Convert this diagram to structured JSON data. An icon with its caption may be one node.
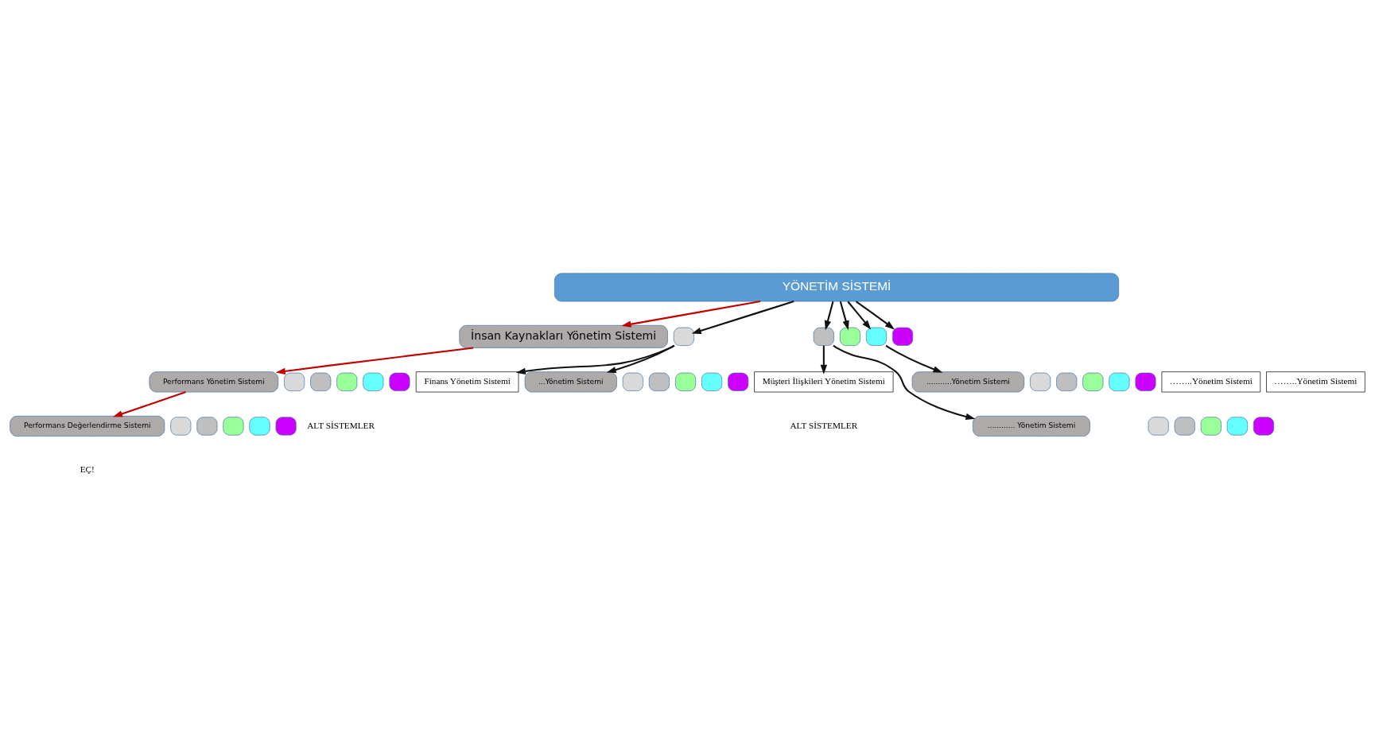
{
  "diagram": {
    "nodes": [
      {
        "text": [
          "YÖNETİM SİSTEMİ"
        ]
      },
      {
        "text": [
          "İnsan Kaynakları Yönetim Sistemi"
        ]
      },
      {
        "text": [],
        "shape": "box"
      },
      {
        "text": [],
        "shape": "box"
      },
      {
        "text": [],
        "shape": "box"
      },
      {
        "text": [],
        "shape": "box"
      },
      {
        "text": [],
        "shape": "box"
      },
      {
        "text": [
          "……..Yönetim Sistemi"
        ]
      },
      {
        "text": [
          "……..Yönetim Sistemi"
        ]
      },
      {
        "text": [
          "Müşteri İlişkileri Yönetim Sistemi"
        ]
      },
      {
        "text": [
          "Finans Yönetim Sistemi"
        ]
      },
      {
        "text": [
          "............ Yönetim Sistemi"
        ]
      },
      {
        "text": [],
        "shape": "box"
      },
      {
        "text": [],
        "shape": "box"
      },
      {
        "text": [],
        "shape": "box"
      },
      {
        "text": [],
        "shape": "box"
      },
      {
        "text": [],
        "shape": "box"
      },
      {
        "text": [
          "Performans Yönetim Sistemi"
        ]
      },
      {
        "text": [],
        "shape": "box"
      },
      {
        "text": [],
        "shape": "box"
      },
      {
        "text": [],
        "shape": "box"
      },
      {
        "text": [],
        "shape": "box"
      },
      {
        "text": [],
        "shape": "box"
      },
      {
        "text": [
          "...Yönetim Sistemi"
        ]
      },
      {
        "text": [],
        "shape": "box"
      },
      {
        "text": [],
        "shape": "box"
      },
      {
        "text": [],
        "shape": "box"
      },
      {
        "text": [],
        "shape": "box"
      },
      {
        "text": [],
        "shape": "box"
      },
      {
        "text": [
          "...........Yönetim Sistemi"
        ]
      },
      {
        "text": [],
        "shape": "box"
      },
      {
        "text": [],
        "shape": "box"
      },
      {
        "text": [],
        "shape": "box"
      },
      {
        "text": [],
        "shape": "box"
      },
      {
        "text": [],
        "shape": "box"
      },
      {
        "text": [
          "Performans Değerlendirme Sistemi"
        ]
      },
      {
        "text": [],
        "shape": "box"
      },
      {
        "text": [],
        "shape": "box"
      },
      {
        "text": [],
        "shape": "box"
      },
      {
        "text": [],
        "shape": "box"
      },
      {
        "text": [],
        "shape": "box"
      }
    ],
    "edges": [
      {
        "from": 0,
        "to": 1,
        "arrow": "to",
        "color": "#c00000"
      },
      {
        "from": 0,
        "to": 2,
        "arrow": "to"
      },
      {
        "from": 0,
        "to": 3,
        "arrow": "to"
      },
      {
        "from": 0,
        "to": 4,
        "arrow": "to"
      },
      {
        "from": 0,
        "to": 5,
        "arrow": "to"
      },
      {
        "from": 0,
        "to": 6,
        "arrow": "to"
      },
      {
        "from": 2,
        "to": 10,
        "arrow": "to"
      },
      {
        "from": 3,
        "to": 9,
        "arrow": "to"
      },
      {
        "from": 2,
        "to": 23,
        "arrow": "to"
      },
      {
        "from": 3,
        "to": 11,
        "arrow": "to"
      },
      {
        "from": 5,
        "to": 29,
        "arrow": "to"
      },
      {
        "from": 1,
        "to": 17,
        "arrow": "to",
        "color": "#c00000"
      },
      {
        "from": 17,
        "to": 35,
        "arrow": "to",
        "color": "#c00000"
      }
    ],
    "labels": [
      "ALT SİSTEMLER",
      "ALT SİSTEMLER",
      "EÇ!"
    ]
  }
}
